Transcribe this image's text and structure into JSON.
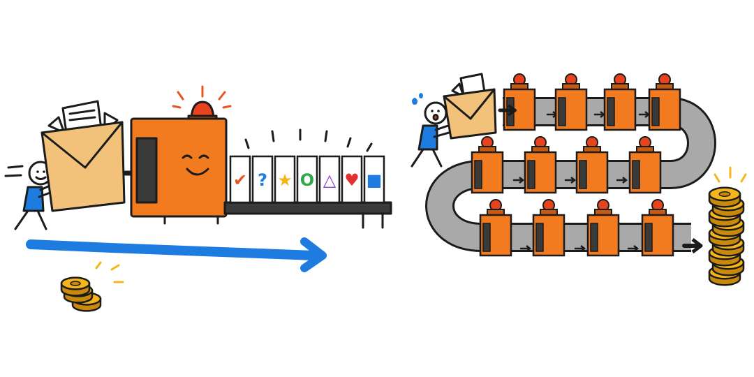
{
  "colors": {
    "ink": "#1b1b1b",
    "orange": "#f27a1f",
    "orange_dark": "#c85a10",
    "envelope": "#f2c27a",
    "blue": "#1e7be0",
    "coin": "#f5b51b",
    "coin_dark": "#c98a0c",
    "belt": "#a9a9a9",
    "belt_dark": "#3a3a3a",
    "red_light": "#e8431f"
  },
  "left_panel": {
    "output_cards": [
      {
        "icon": "check-icon",
        "glyph": "✔",
        "color": "#e8541f"
      },
      {
        "icon": "question-icon",
        "glyph": "?",
        "color": "#1e7be0"
      },
      {
        "icon": "star-icon",
        "glyph": "★",
        "color": "#f5b51b"
      },
      {
        "icon": "circle-icon",
        "glyph": "O",
        "color": "#2ea84a"
      },
      {
        "icon": "triangle-icon",
        "glyph": "△",
        "color": "#8a3fd1"
      },
      {
        "icon": "heart-icon",
        "glyph": "♥",
        "color": "#e2302f"
      },
      {
        "icon": "square-icon",
        "glyph": "■",
        "color": "#1e7be0"
      }
    ],
    "coin_stack_count": 3
  },
  "right_panel": {
    "machine_rows": [
      4,
      4,
      4
    ],
    "coin_stack_count": 9
  }
}
